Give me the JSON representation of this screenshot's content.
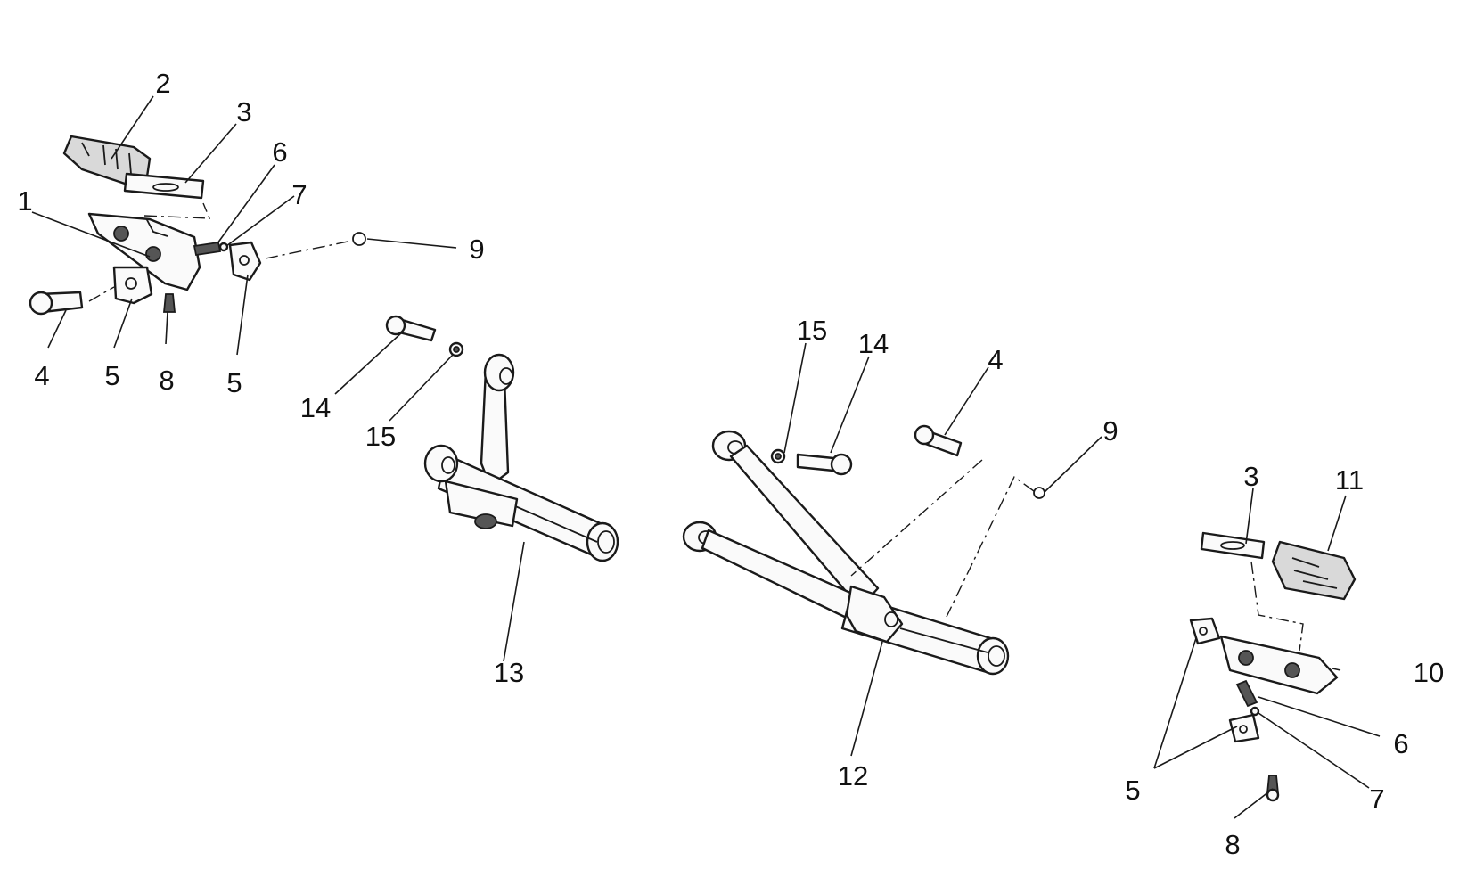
{
  "labels": {
    "l2": "2",
    "l3a": "3",
    "l6a": "6",
    "l7a": "7",
    "l1": "1",
    "l9a": "9",
    "l4a": "4",
    "l5a": "5",
    "l8a": "8",
    "l5b": "5",
    "l14a": "14",
    "l15a": "15",
    "l13": "13",
    "l15b": "15",
    "l14b": "14",
    "l4b": "4",
    "l9b": "9",
    "l12": "12",
    "l3b": "3",
    "l11": "11",
    "l10": "10",
    "l6b": "6",
    "l5c": "5",
    "l7b": "7",
    "l8b": "8"
  }
}
